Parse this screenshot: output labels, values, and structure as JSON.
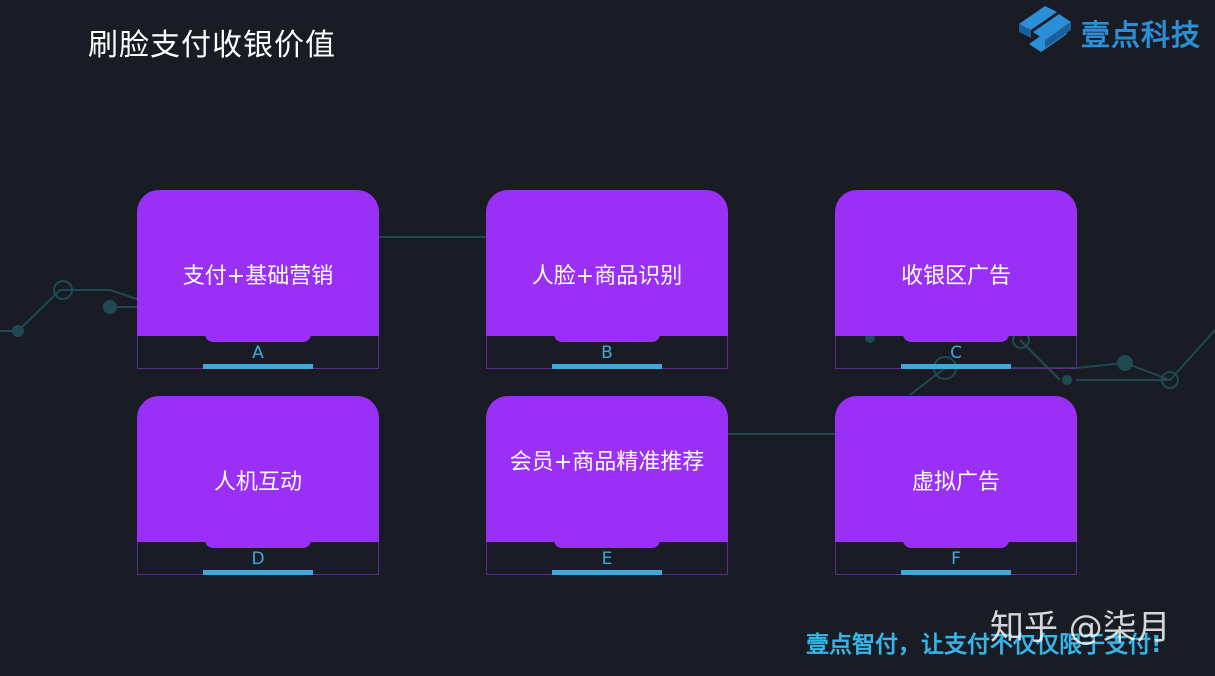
{
  "title": "刷脸支付收银价值",
  "brand": {
    "name": "壹点科技"
  },
  "cards": [
    {
      "label": "支付+基础营销",
      "letter": "A"
    },
    {
      "label": "人脸+商品识别",
      "letter": "B"
    },
    {
      "label": "收银区广告",
      "letter": "C"
    },
    {
      "label": "人机互动",
      "letter": "D"
    },
    {
      "label": "会员+商品精准推荐",
      "letter": "E"
    },
    {
      "label": "虚拟广告",
      "letter": "F"
    }
  ],
  "slogan": "壹点智付，让支付不仅仅限于支付!",
  "watermark": "知乎 @柒月",
  "colors": {
    "background": "#191c24",
    "card": "#9a30f5",
    "accent": "#3fa9dc",
    "slogan": "#35b6e6",
    "brand": "#2a8fd6"
  }
}
